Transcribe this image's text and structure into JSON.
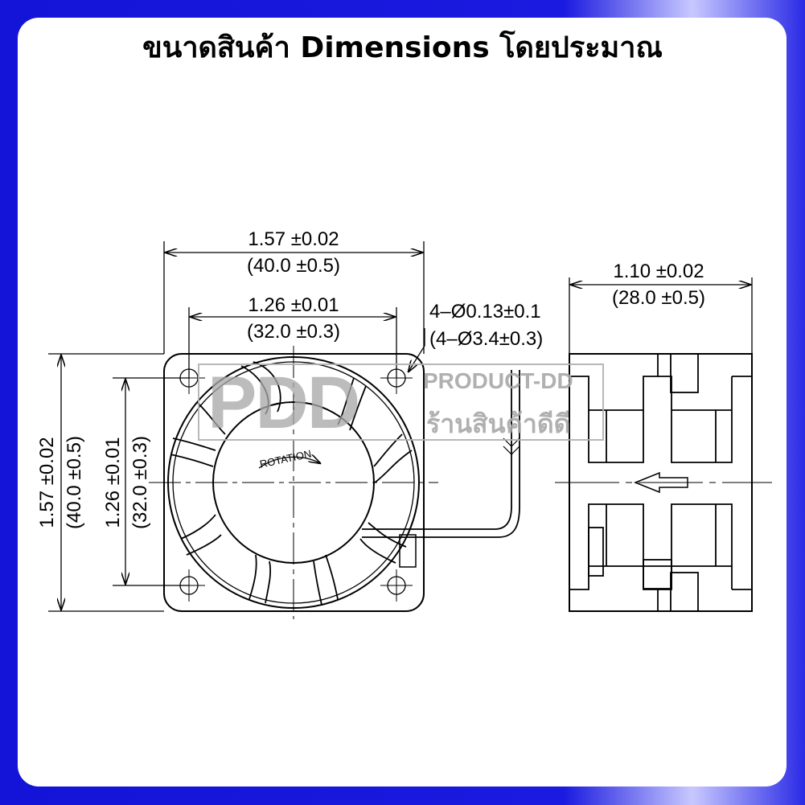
{
  "title": "ขนาดสินค้า Dimensions โดยประมาณ",
  "front_view": {
    "width_outer": {
      "inch": "1.57 ±0.02",
      "mm": "(40.0 ±0.5)"
    },
    "width_holes": {
      "inch": "1.26 ±0.01",
      "mm": "(32.0 ±0.3)"
    },
    "height_outer": {
      "inch": "1.57 ±0.02",
      "mm": "(40.0 ±0.5)"
    },
    "height_holes": {
      "inch": "1.26 ±0.01",
      "mm": "(32.0 ±0.3)"
    },
    "holes": {
      "inch": "4–Ø0.13±0.1",
      "mm": "(4–Ø3.4±0.3)"
    },
    "rotation_label": "ROTATION"
  },
  "side_view": {
    "depth": {
      "inch": "1.10 ±0.02",
      "mm": "(28.0 ±0.5)"
    }
  },
  "watermark": {
    "logo": "PDD",
    "line1": "PRODUCT-DD",
    "line2": "ร้านสินค้าดีดี"
  },
  "colors": {
    "frame": "#1a1ae0",
    "panel": "#ffffff",
    "watermark": "#a8a8a8"
  }
}
